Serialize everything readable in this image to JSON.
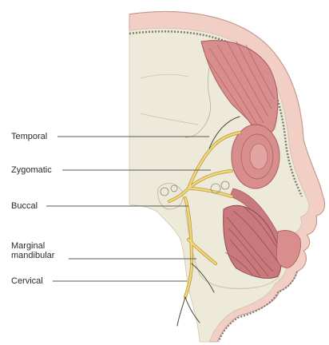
{
  "labels": {
    "temporal": "Temporal",
    "zygomatic": "Zygomatic",
    "buccal": "Buccal",
    "marginal_line1": "Marginal",
    "marginal_line2": "mandibular",
    "cervical": "Cervical"
  },
  "colors": {
    "skin": "#f2cfc4",
    "skin_edge": "#b98a83",
    "skull": "#eeeada",
    "skull_edge": "#cfc8ae",
    "muscle": "#d98e8e",
    "muscle_dark": "#a85a5e",
    "nerve": "#f2d77a",
    "nerve_edge": "#b99a3e",
    "leader": "#5a5a5a"
  }
}
